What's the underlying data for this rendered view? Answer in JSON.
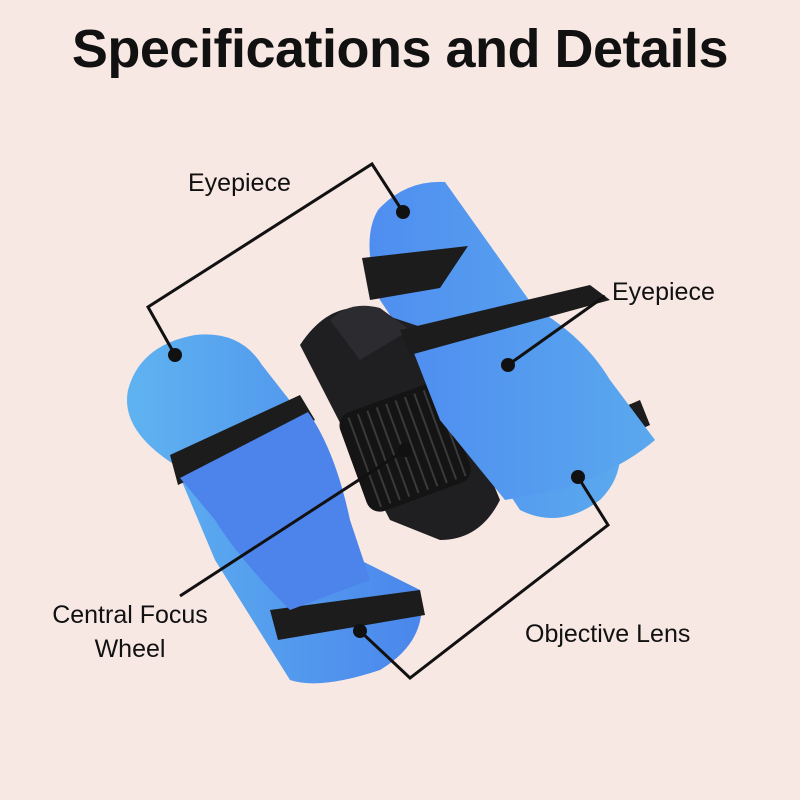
{
  "title": "Specifications and Details",
  "labels": {
    "eyepiece_left": "Eyepiece",
    "eyepiece_right": "Eyepiece",
    "focus_wheel_line1": "Central Focus",
    "focus_wheel_line2": "Wheel",
    "objective_lens": "Objective Lens"
  },
  "colors": {
    "background": "#f8e8e4",
    "barrel_blue": "#4f8ff0",
    "barrel_light": "#5ab0ee",
    "band_black": "#1c1c1c",
    "callout_line": "#111111"
  }
}
